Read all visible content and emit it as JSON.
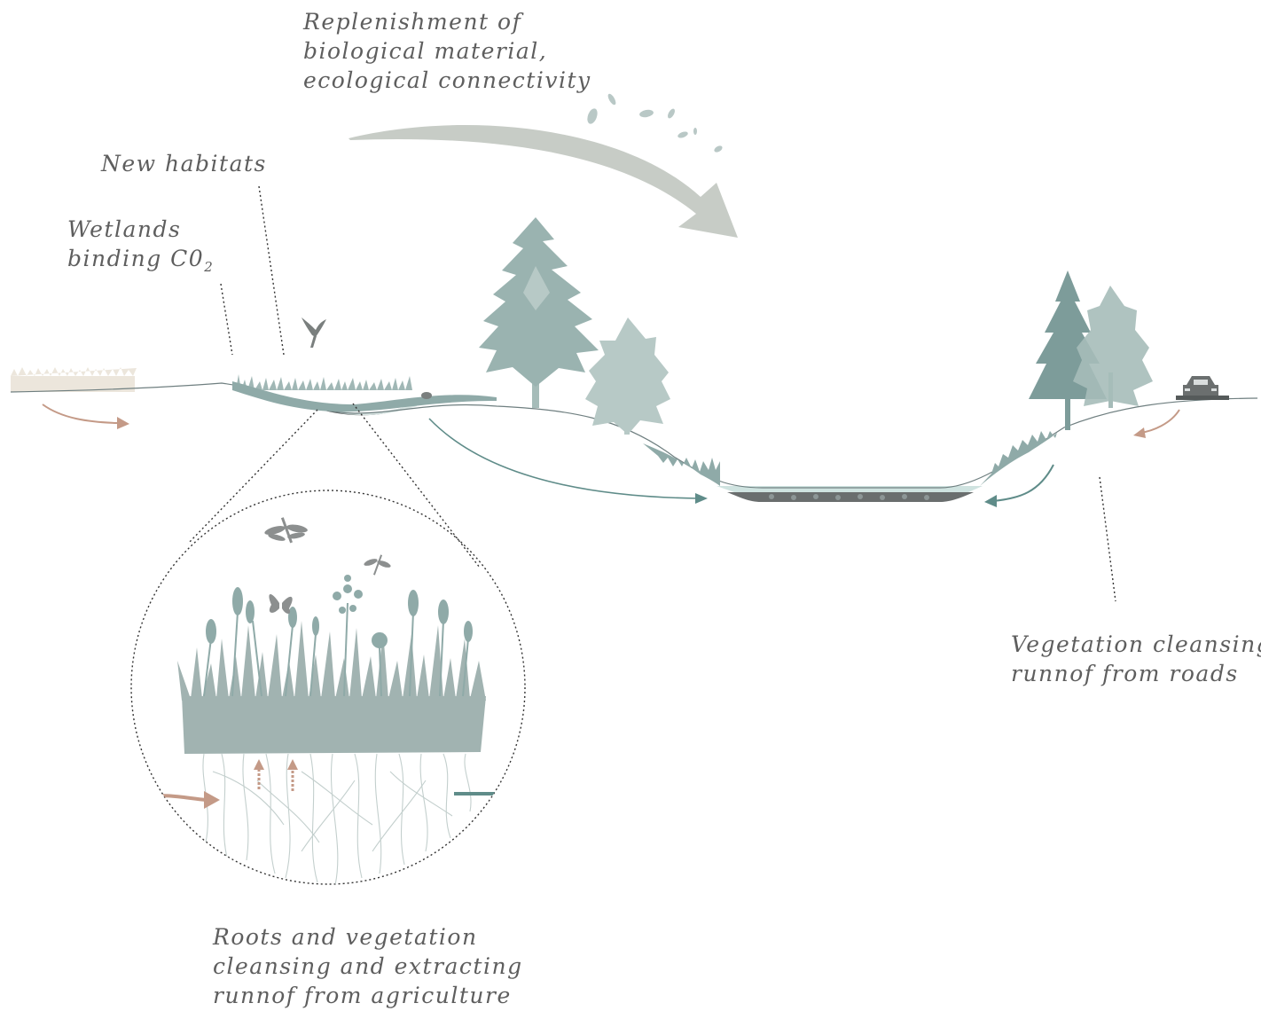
{
  "labels": {
    "replenishment": [
      "Replenishment of",
      "biological material,",
      "ecological connectivity"
    ],
    "new_habitats": "New habitats",
    "wetlands": {
      "line1": "Wetlands",
      "line2_prefix": "binding C0",
      "line2_sub": "2"
    },
    "vegetation_roads": [
      "Vegetation cleansing",
      "runnof from roads"
    ],
    "roots": [
      "Roots and vegetation",
      "cleansing and extracting",
      "runnof from agriculture"
    ]
  },
  "colors": {
    "ground_line": "#6f7f80",
    "vegetation": "#8faaa8",
    "vegetation_dark": "#7d9c9a",
    "vegetation_light": "#b7c9c6",
    "big_arrow": "#c7ccc6",
    "flow_teal": "#5f8c89",
    "flow_brown": "#c49a87",
    "water": "#cfe3e0",
    "sediment": "#555a5a",
    "field": "#ece6dc",
    "label_text": "#5e5e5e",
    "dotted_line": "#333333"
  },
  "icons": [
    "bird-icon",
    "dragonfly-icon",
    "butterfly-icon",
    "car-icon",
    "leaf-icon",
    "tree-icon",
    "conifer-icon"
  ]
}
